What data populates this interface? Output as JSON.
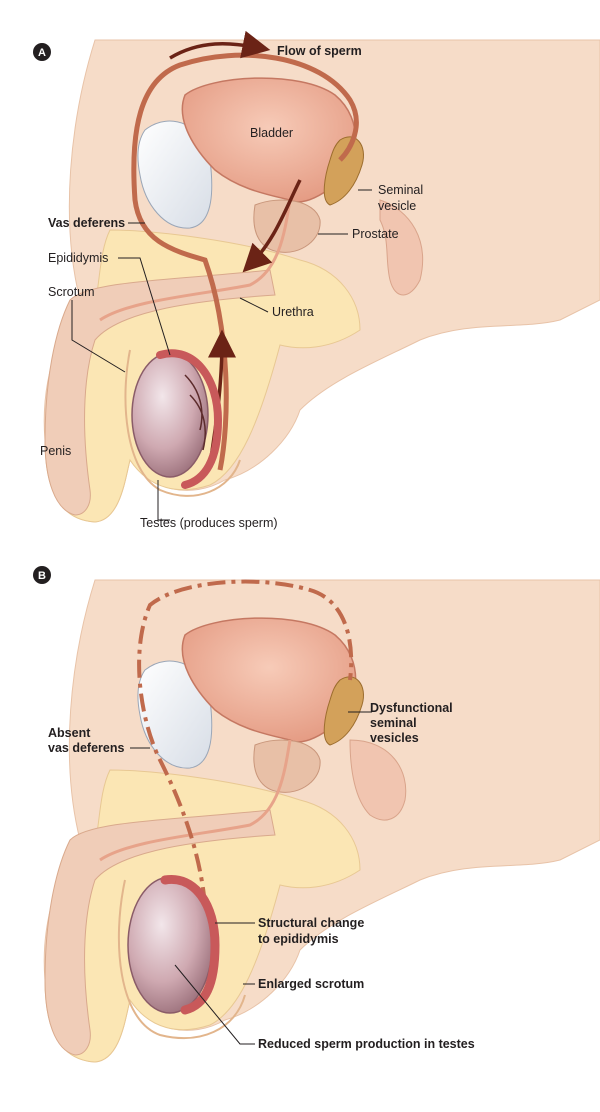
{
  "panel_a": {
    "badge": "A",
    "labels": {
      "flow_of_sperm": "Flow of sperm",
      "bladder": "Bladder",
      "seminal_vesicle_1": "Seminal",
      "seminal_vesicle_2": "vesicle",
      "prostate": "Prostate",
      "vas_deferens": "Vas deferens",
      "epididymis": "Epididymis",
      "scrotum": "Scrotum",
      "urethra": "Urethra",
      "penis": "Penis",
      "testes": "Testes (produces sperm)"
    }
  },
  "panel_b": {
    "badge": "B",
    "labels": {
      "dysfunctional_1": "Dysfunctional",
      "dysfunctional_2": "seminal",
      "dysfunctional_3": "vesicles",
      "absent_vas_1": "Absent",
      "absent_vas_2": "vas deferens",
      "structural_1": "Structural change",
      "structural_2": "to epididymis",
      "enlarged_scrotum": "Enlarged scrotum",
      "reduced_sperm": "Reduced sperm production in testes"
    }
  },
  "colors": {
    "skin": "#f6dcc8",
    "tissue": "#fbe6b4",
    "bladder": "#f3b8a2",
    "duct": "#c06a4c",
    "arrow": "#6b2316",
    "testis": "#c9a6ad"
  }
}
